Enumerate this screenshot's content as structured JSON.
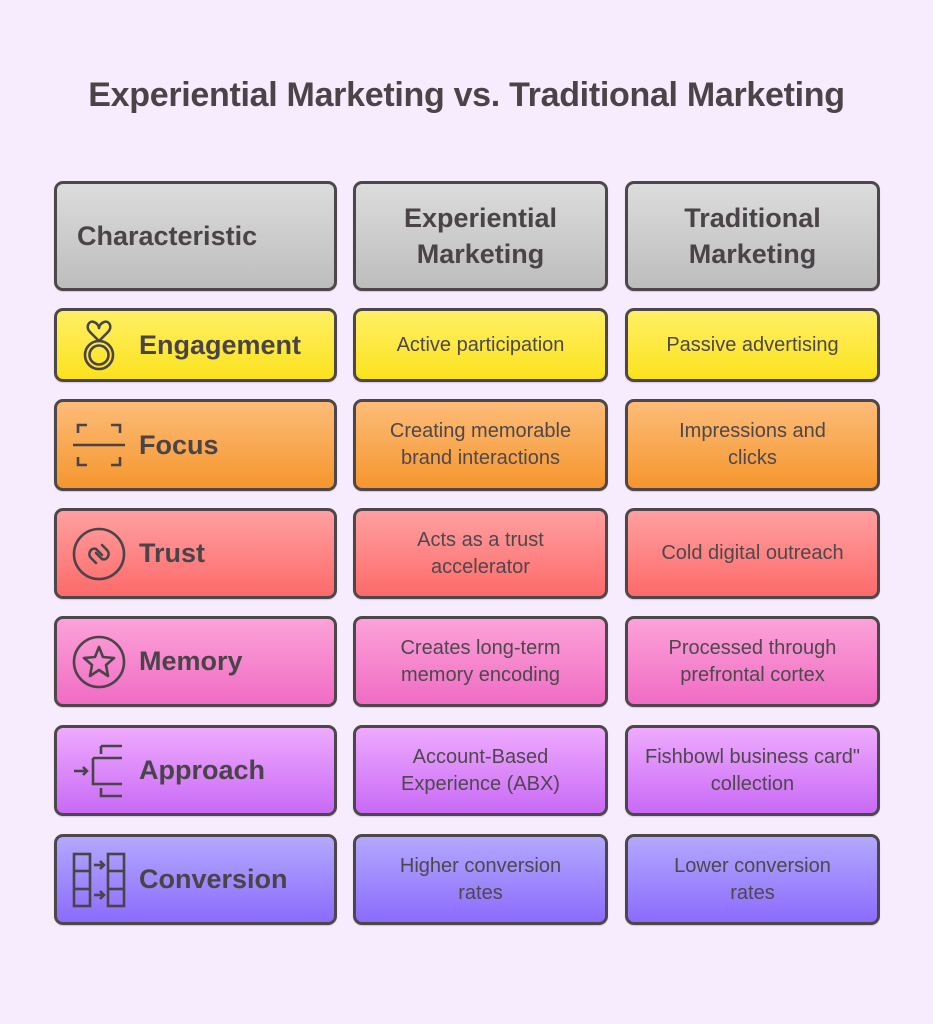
{
  "title": "Experiential Marketing vs. Traditional Marketing",
  "header": {
    "characteristic": "Characteristic",
    "experiential": "Experiential Marketing",
    "traditional": "Traditional Marketing"
  },
  "rows": [
    {
      "label": "Engagement",
      "icon": "heart-ring-icon",
      "color": "#fbe21e",
      "experiential": "Active participation",
      "traditional": "Passive advertising"
    },
    {
      "label": "Focus",
      "icon": "focus-frame-icon",
      "color": "#f6962e",
      "experiential": "Creating memorable brand interactions",
      "traditional": "Impressions and clicks"
    },
    {
      "label": "Trust",
      "icon": "link-circle-icon",
      "color": "#fd6a6a",
      "experiential": "Acts as a trust accelerator",
      "traditional": "Cold digital outreach"
    },
    {
      "label": "Memory",
      "icon": "star-circle-icon",
      "color": "#f06cc4",
      "experiential": "Creates long-term memory encoding",
      "traditional": "Processed through prefrontal cortex"
    },
    {
      "label": "Approach",
      "icon": "arrow-bracket-icon",
      "color": "#c96af6",
      "experiential": "Account-Based Experience (ABX)",
      "traditional": "Fishbowl business card\" collection"
    },
    {
      "label": "Conversion",
      "icon": "column-transfer-icon",
      "color": "#8a6cfc",
      "experiential": "Higher conversion rates",
      "traditional": "Lower conversion rates"
    }
  ]
}
